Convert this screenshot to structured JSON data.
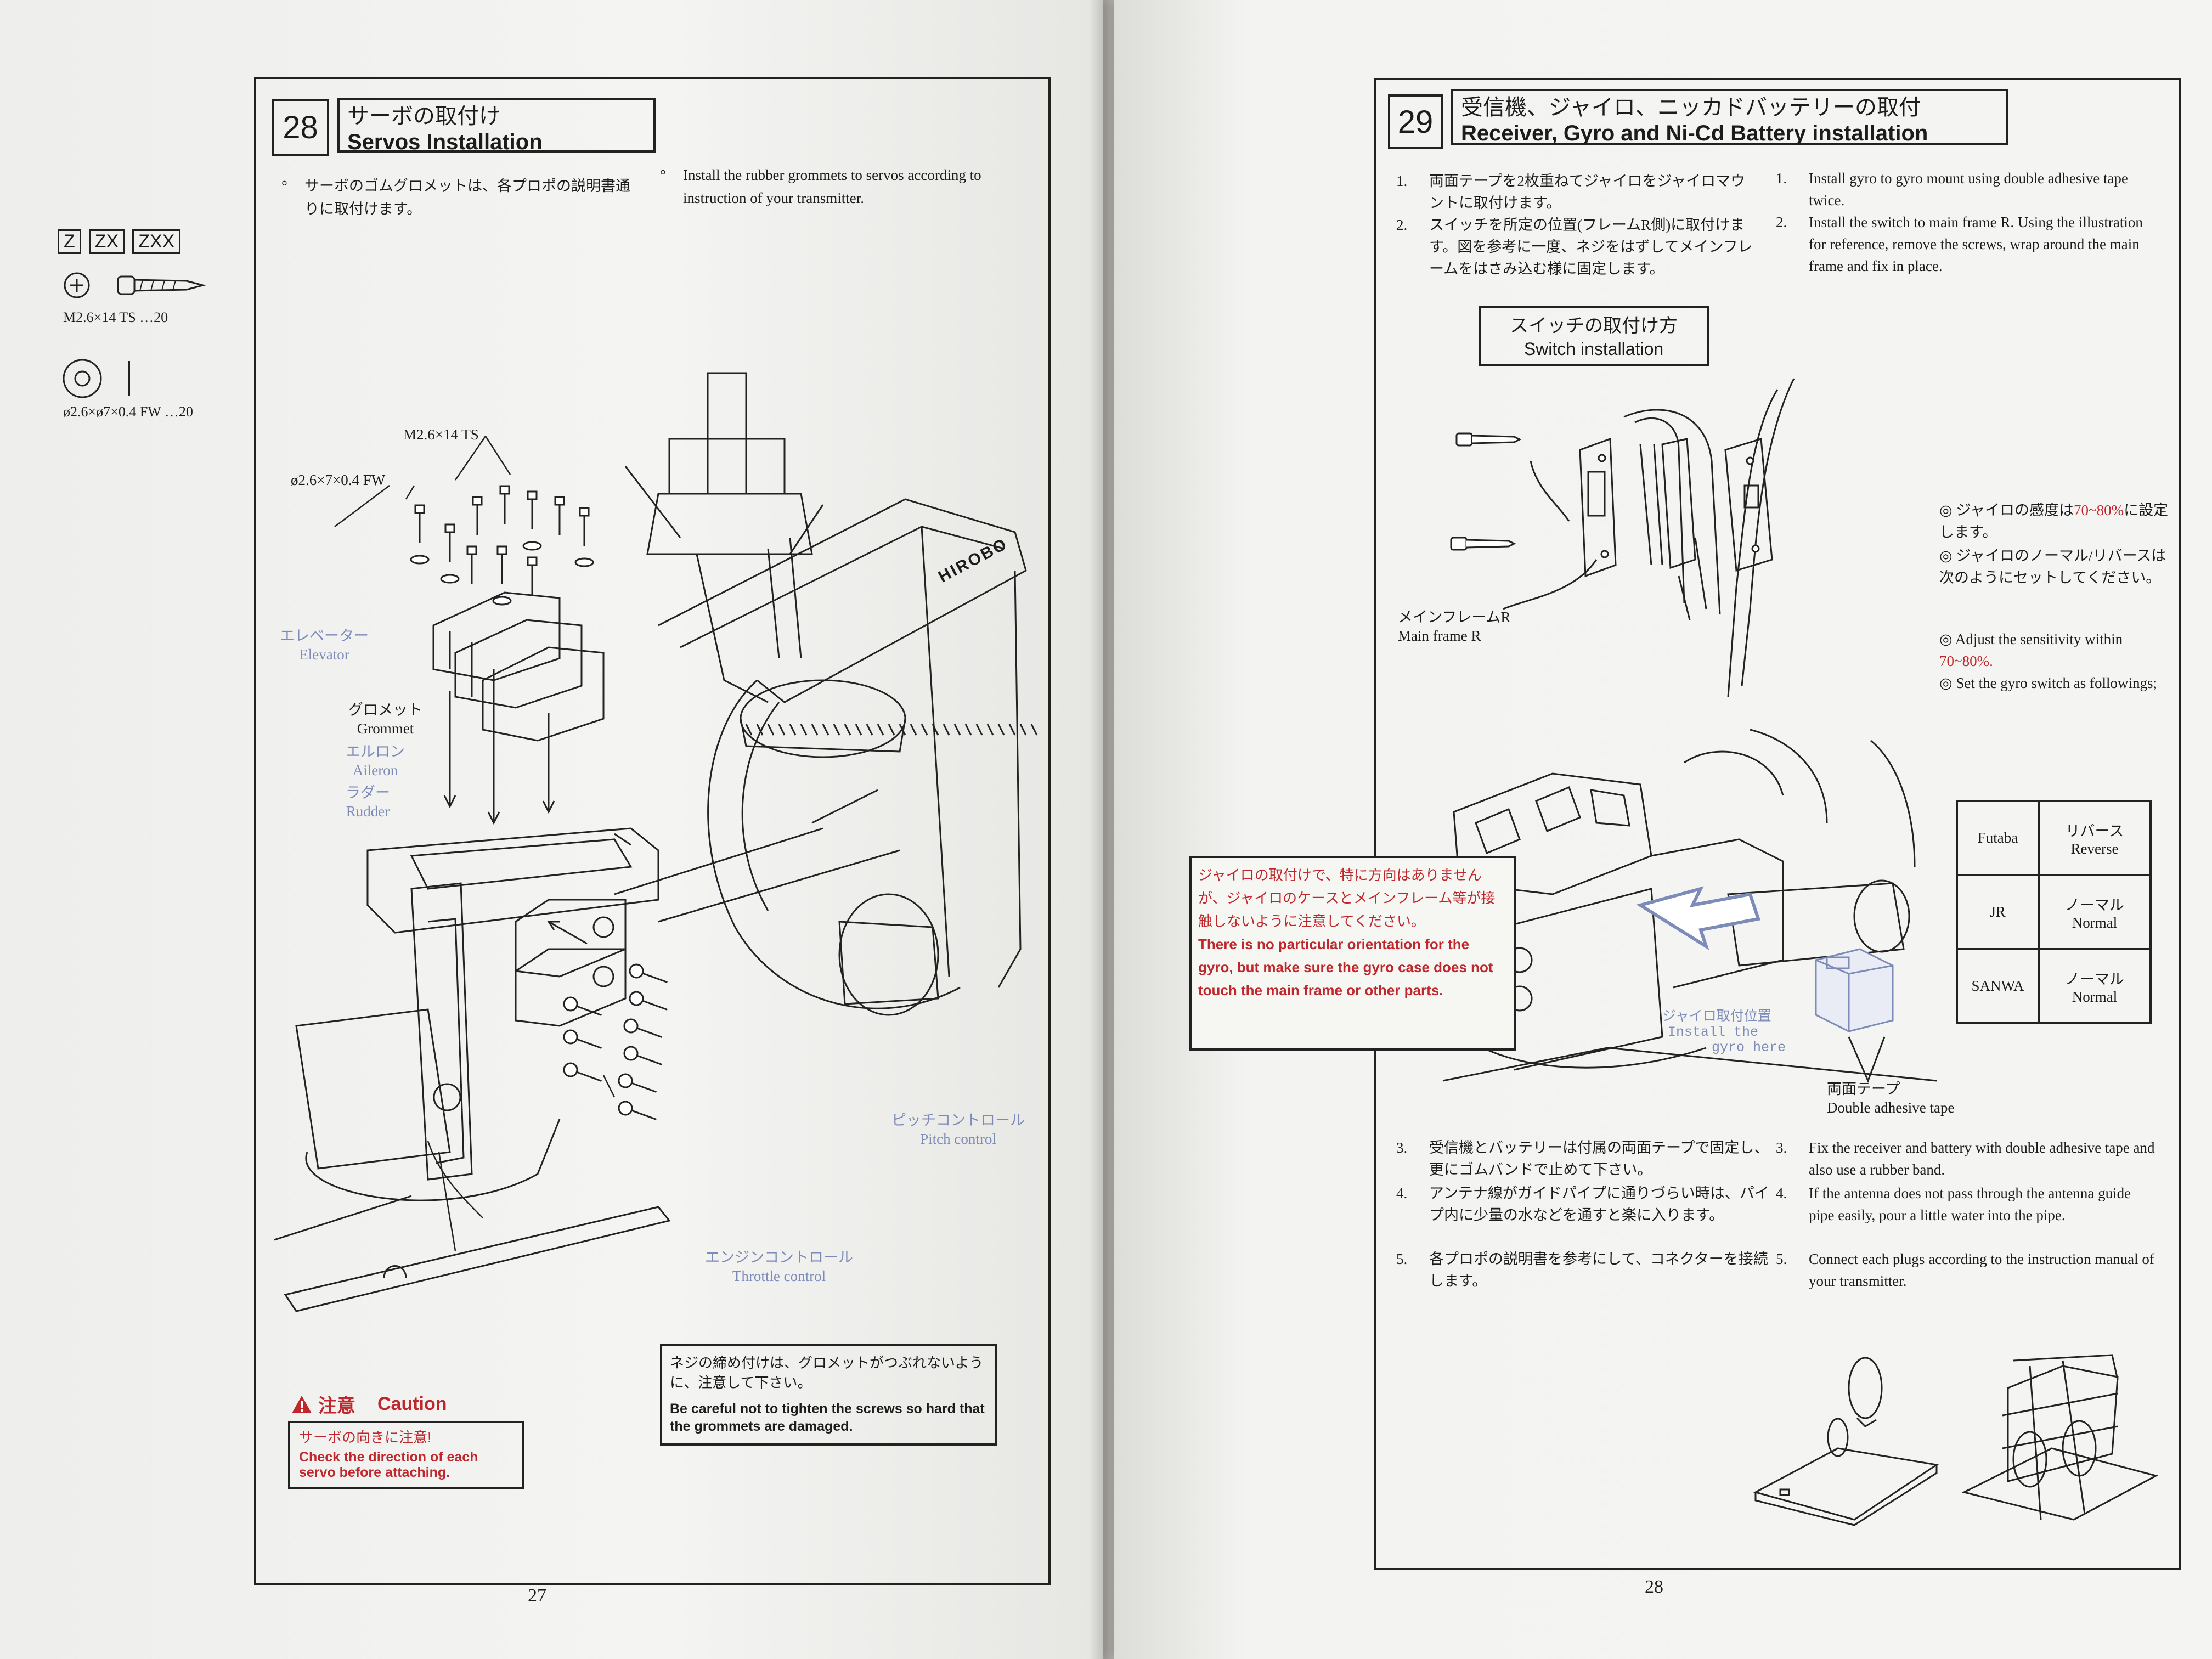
{
  "left_page": {
    "step_number": "28",
    "title_jp": "サーボの取付け",
    "title_en": "Servos Installation",
    "bullet_jp": "サーボのゴムグロメットは、各プロポの説明書通りに取付けます。",
    "bullet_en": "Install the rubber grommets to servos according to instruction of your transmitter.",
    "model_tags": [
      "Z",
      "ZX",
      "ZXX"
    ],
    "parts": [
      {
        "label": "M2.6×14 TS  …20",
        "icon": "screw-icon"
      },
      {
        "label": "ø2.6×ø7×0.4 FW …20",
        "icon": "washer-icon"
      }
    ],
    "callouts": {
      "screw": "M2.6×14 TS",
      "washer": "ø2.6×7×0.4 FW",
      "elevator_jp": "エレベーター",
      "elevator_en": "Elevator",
      "grommet_jp": "グロメット",
      "grommet_en": "Grommet",
      "aileron_jp": "エルロン",
      "aileron_en": "Aileron",
      "rudder_jp": "ラダー",
      "rudder_en": "Rudder",
      "pitch_jp": "ピッチコントロール",
      "pitch_en": "Pitch control",
      "throttle_jp": "エンジンコントロール",
      "throttle_en": "Throttle control",
      "brand": "HIROBO"
    },
    "note_jp": "ネジの締め付けは、グロメットがつぶれないように、注意して下さい。",
    "note_en": "Be careful not to tighten the screws so hard that the grommets are damaged.",
    "caution_title_jp": "注意",
    "caution_title_en": "Caution",
    "caution_jp": "サーボの向きに注意!",
    "caution_en": "Check the direction of each servo before attaching.",
    "page_number": "27"
  },
  "right_page": {
    "step_number": "29",
    "title_jp": "受信機、ジャイロ、ニッカドバッテリーの取付",
    "title_en": "Receiver, Gyro and Ni-Cd Battery installation",
    "steps_jp_top": [
      {
        "n": "1.",
        "text": "両面テープを2枚重ねてジャイロをジャイロマウントに取付けます。"
      },
      {
        "n": "2.",
        "text": "スイッチを所定の位置(フレームR側)に取付けます。図を参考に一度、ネジをはずしてメインフレームをはさみ込む様に固定します。"
      }
    ],
    "steps_en_top": [
      {
        "n": "1.",
        "text": "Install gyro to gyro mount using double adhesive tape twice."
      },
      {
        "n": "2.",
        "text": "Install the switch to main frame R. Using the illustration for reference, remove the screws, wrap around the main frame and fix in place."
      }
    ],
    "switch_box_jp": "スイッチの取付け方",
    "switch_box_en": "Switch installation",
    "main_frame_jp": "メインフレームR",
    "main_frame_en": "Main frame R",
    "sensitivity": [
      {
        "mark": "◎",
        "pre": "ジャイロの感度は",
        "hl": "70~80%",
        "post": "に設定します。"
      },
      {
        "mark": "◎",
        "pre": "ジャイロのノーマル/リバースは次のようにセットしてください。",
        "hl": "",
        "post": ""
      },
      {
        "mark": "◎",
        "pre": "Adjust the sensitivity within ",
        "hl": "70~80%.",
        "post": ""
      },
      {
        "mark": "◎",
        "pre": "Set the gyro switch as followings;",
        "hl": "",
        "post": ""
      }
    ],
    "switch_table": [
      {
        "brand": "Futaba",
        "jp": "リバース",
        "en": "Reverse"
      },
      {
        "brand": "JR",
        "jp": "ノーマル",
        "en": "Normal"
      },
      {
        "brand": "SANWA",
        "jp": "ノーマル",
        "en": "Normal"
      }
    ],
    "gyro_note_jp": "ジャイロの取付けで、特に方向はありませんが、ジャイロのケースとメインフレーム等が接触しないように注意してください。",
    "gyro_note_en": "There is no particular orientation for the gyro, but make sure the gyro case does not touch the main frame or other parts.",
    "gyro_pos_jp": "ジャイロ取付位置",
    "gyro_pos_en1": "Install the",
    "gyro_pos_en2": "gyro here",
    "tape_jp": "両面テープ",
    "tape_en": "Double adhesive tape",
    "steps_jp_bottom": [
      {
        "n": "3.",
        "text": "受信機とバッテリーは付属の両面テープで固定し、更にゴムバンドで止めて下さい。"
      },
      {
        "n": "4.",
        "text": "アンテナ線がガイドパイプに通りづらい時は、パイプ内に少量の水などを通すと楽に入ります。"
      },
      {
        "n": "5.",
        "text": "各プロポの説明書を参考にして、コネクターを接続します。"
      }
    ],
    "steps_en_bottom": [
      {
        "n": "3.",
        "text": "Fix the receiver and battery with double adhesive tape and also use a rubber band."
      },
      {
        "n": "4.",
        "text": "If the antenna does not pass through the antenna guide pipe easily, pour a little water into the pipe."
      },
      {
        "n": "5.",
        "text": "Connect each plugs according to the instruction manual of your transmitter."
      }
    ],
    "page_number": "28"
  }
}
